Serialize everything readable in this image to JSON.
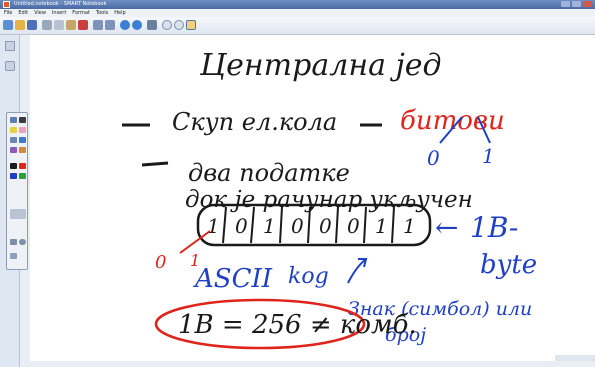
{
  "window": {
    "title": "Untitled.notebook - SMART Notebook"
  },
  "menu": {
    "items": [
      "File",
      "Edit",
      "View",
      "Insert",
      "Format",
      "Tools",
      "Help"
    ]
  },
  "toolbar": {
    "icons": [
      "new-page-icon",
      "open-icon",
      "save-icon",
      "cut-icon",
      "copy-icon",
      "paste-icon",
      "delete-icon",
      "undo-icon",
      "redo-icon",
      "back-icon",
      "forward-icon",
      "fullscreen-icon",
      "zoom-in-icon",
      "zoom-out-icon",
      "pen-icon"
    ]
  },
  "sidebar": {
    "icons": [
      "page-sorter-icon",
      "gallery-icon"
    ]
  },
  "palette": {
    "icons": [
      "select-icon",
      "pen-tool-icon",
      "highlighter-icon",
      "eraser-icon",
      "line-icon",
      "shape-icon",
      "text-icon",
      "fill-icon",
      "color-black-icon",
      "color-red-icon",
      "color-blue-icon",
      "color-green-icon",
      "grid-icon",
      "screen-shade-icon",
      "magnifier-icon"
    ]
  },
  "whiteboard": {
    "title": "Централна јед",
    "line1_left": "Скуп ел.кола",
    "line1_right": "битови",
    "bit_zero": "0",
    "bit_one": "1",
    "line2a": "двa податке",
    "line2b": "док је рачунар укључен",
    "byte_bits": [
      "1",
      "0",
      "1",
      "0",
      "0",
      "0",
      "1",
      "1"
    ],
    "byte_label_a": "1B-",
    "byte_label_b": "byte",
    "annot_zero": "0",
    "annot_one": "1",
    "ascii": "ASCII",
    "code": "kog",
    "symbol_a": "Знак (симбол) или",
    "symbol_b": "број",
    "oval_text": "1B = 256 ≠ комб.",
    "colors": {
      "black": "#1a1a1a",
      "red": "#e0231b",
      "blue": "#1f3fc6"
    }
  }
}
